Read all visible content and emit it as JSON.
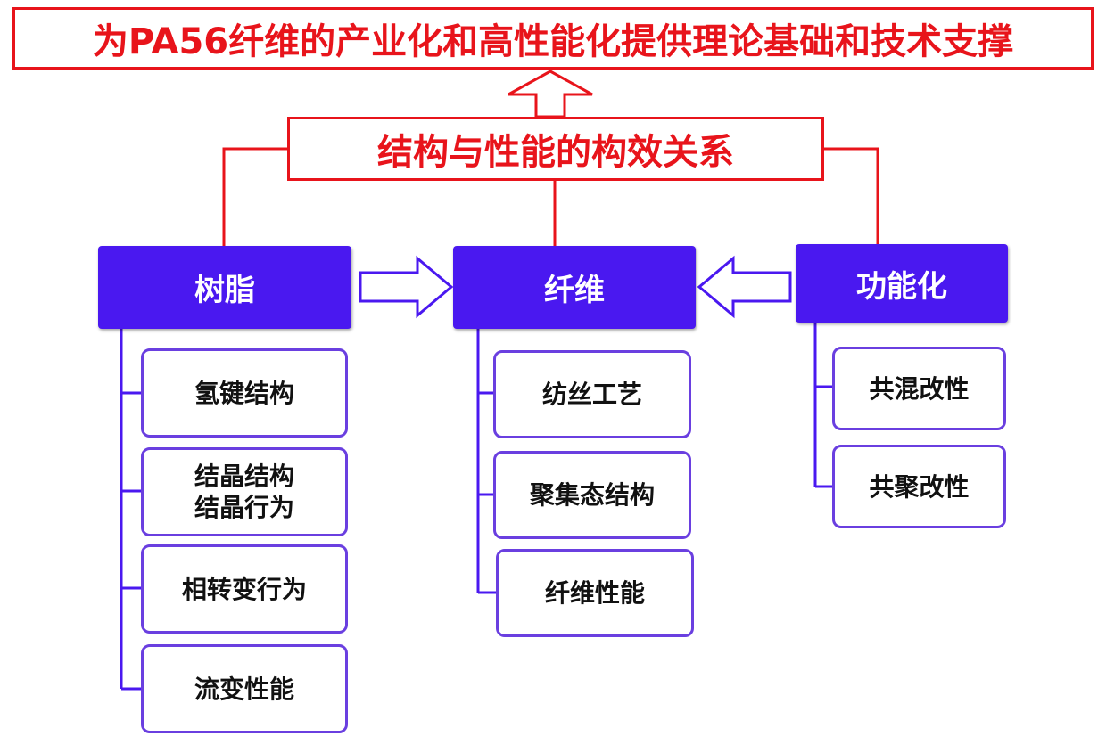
{
  "goal": {
    "text": "为PA56纤维的产业化和高性能化提供理论基础和技术支撑"
  },
  "relation": {
    "text": "结构与性能的构效关系"
  },
  "columns": {
    "resin": {
      "title": "树脂",
      "items": [
        "氢键结构",
        [
          "结晶结构",
          "结晶行为"
        ],
        "相转变行为",
        "流变性能"
      ]
    },
    "fiber": {
      "title": "纤维",
      "items": [
        "纺丝工艺",
        "聚集态结构",
        "纤维性能"
      ]
    },
    "functional": {
      "title": "功能化",
      "items": [
        "共混改性",
        "共聚改性"
      ]
    }
  },
  "colors": {
    "accent_red": "#e8141b",
    "header_blue": "#4a18f0",
    "box_border": "#6a3fe0"
  }
}
